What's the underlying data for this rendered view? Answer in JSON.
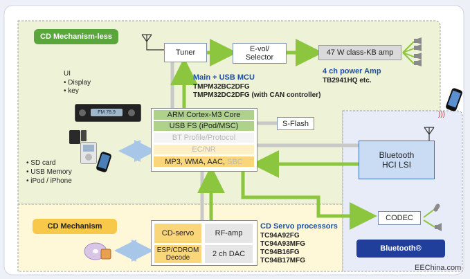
{
  "sections": {
    "cd_mechless_label": "CD Mechanism-less",
    "cd_mech_label": "CD Mechanism",
    "bluetooth_label": "Bluetooth®"
  },
  "blocks": {
    "tuner": "Tuner",
    "evol_line1": "E-vol/",
    "evol_line2": "Selector",
    "amp": "47 W class-KB amp",
    "sflash": "S-Flash",
    "bt_hci_line1": "Bluetooth",
    "bt_hci_line2": "HCI LSI",
    "codec": "CODEC"
  },
  "mcu": {
    "rows": [
      {
        "label": "ARM Cortex-M3 Core",
        "dim": false
      },
      {
        "label": "USB FS (iPod/MSC)",
        "dim": false
      },
      {
        "label": "BT Profile/Protocol",
        "dim": true
      },
      {
        "label": "EC/NR",
        "dim": true
      }
    ],
    "last_row_main": "MP3, WMA, AAC,",
    "last_row_dim": "SBC",
    "title": "Main + USB MCU",
    "part1": "TMPM32BC2DFG",
    "part2": "TMPM32DC2DFG (with CAN controller)"
  },
  "power_amp": {
    "title": "4 ch power Amp",
    "part": "TB2941HQ etc."
  },
  "ui": {
    "title": "UI",
    "items": [
      "Display",
      "key"
    ]
  },
  "media": {
    "items": [
      "SD card",
      "USB Memory",
      "iPod / iPhone"
    ]
  },
  "servo": {
    "cells": [
      "CD-servo",
      "RF-amp",
      "2 ch DAC"
    ],
    "esp_line1": "ESP/CDROM",
    "esp_line2": "Decode",
    "title": "CD Servo processors",
    "parts": [
      "TC94A92FG",
      "TC94A93MFG",
      "TC94B16FG",
      "TC94B17MFG"
    ]
  },
  "radio_display": "FM 78.9",
  "watermark": "EEChina.com",
  "colors": {
    "green_arrow": "#8cc63f",
    "mechless_bg": "#eef2d6",
    "mech_bg": "#fff8d8",
    "blue_accent": "#1f4fa0",
    "bt_fill": "#c9dcf4",
    "green_tag": "#5aa63c",
    "yellow_tag": "#f7c84a",
    "bt_tag": "#1f3f9a"
  }
}
